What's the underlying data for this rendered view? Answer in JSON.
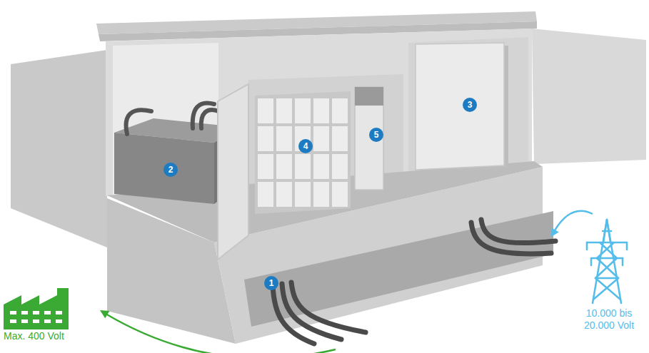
{
  "diagram": {
    "nodes": [
      {
        "text": [
          "1"
        ]
      },
      {
        "text": [
          "2"
        ]
      },
      {
        "text": [
          "3"
        ]
      },
      {
        "text": [
          "4"
        ]
      },
      {
        "text": [
          "5"
        ]
      },
      {
        "text": [
          "Max. 400 Volt"
        ]
      },
      {
        "text": [
          "10.000 bis 20.000 Volt"
        ]
      }
    ]
  }
}
